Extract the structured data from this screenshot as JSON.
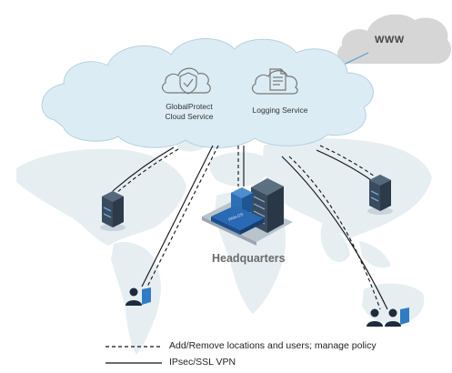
{
  "cloud": {
    "global_protect": "GlobalProtect Cloud Service",
    "global_protect_line1": "GlobalProtect",
    "global_protect_line2": "Cloud Service",
    "logging": "Logging Service"
  },
  "internet": {
    "label": "WWW"
  },
  "headquarters": {
    "label": "Headquarters",
    "appliance_text": "PAN-OS"
  },
  "legend": {
    "dashed": "Add/Remove locations and users; manage policy",
    "solid": "IPsec/SSL VPN"
  },
  "colors": {
    "cloud_fill": "#dcecf5",
    "cloud_stroke": "#a9c7d8",
    "www_cloud": "#d6d6d6",
    "map": "#e8eff3",
    "server_dark": "#3b4b5e",
    "server_blue": "#2d6fb3",
    "appliance_blue": "#1f5ea8",
    "user_blue": "#2f7cc4"
  },
  "icons": [
    "shield-check-icon",
    "document-icon",
    "server-icon",
    "user-laptop-icon"
  ]
}
